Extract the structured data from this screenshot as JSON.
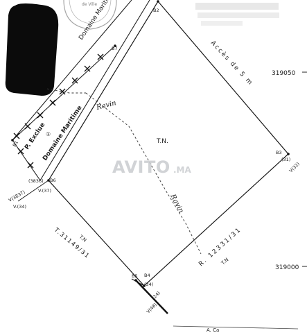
{
  "stamp": {
    "label": "de Ville"
  },
  "labels": {
    "domaine_maritime_top": "Domaine Maritime",
    "domaine_maritime_left": "Domaine Maritime",
    "p_exclue": "P. Exclue",
    "p_exclue_num": "①",
    "ravin_top": "Ravin",
    "ravin_mid": "Ravin",
    "tn_center": "T.N.",
    "acces": "Accès de 5 m",
    "ref_right": "R. 12331/31",
    "ref_right_tn": "T.N",
    "ref_left": "T.31149/31",
    "ref_left_tn": "T.N",
    "bottom_note": "A. Ca"
  },
  "coordinates": {
    "top": "319050",
    "bottom": "319000"
  },
  "points": {
    "b1": "B1",
    "b2": "B2",
    "b3": "B3",
    "b4": "B4",
    "b5": "B5",
    "b6": "B6",
    "b7": "B7",
    "b3_sub": "(31)",
    "b3_v": "V(32)",
    "b4_sub": "(34)",
    "b5_sub": "(24)",
    "b5_v": "V(48)",
    "b6_sub": "(3836)",
    "b6_v": "V.(37)",
    "b6_v2": "V.(34)",
    "b6_v3": "V(3837)"
  },
  "watermark": {
    "brand": "AVITO",
    "suffix": ".MA"
  }
}
